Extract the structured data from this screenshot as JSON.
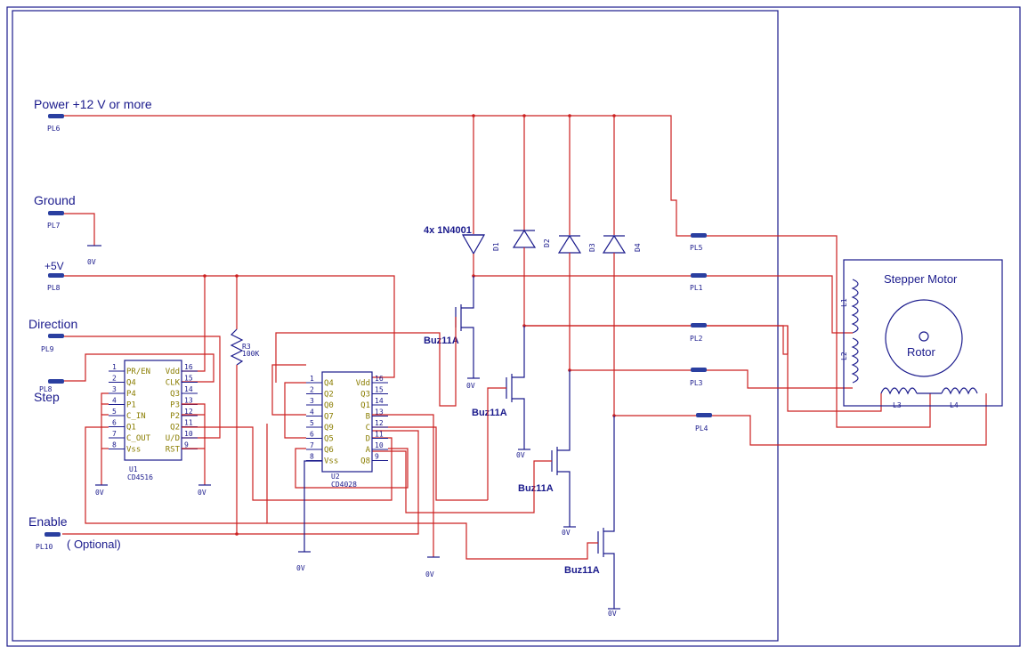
{
  "connectors": {
    "power": {
      "label": "Power +12 V or more",
      "ref": "PL6"
    },
    "ground": {
      "label": "Ground",
      "ref": "PL7"
    },
    "plus5": {
      "label": "+5V",
      "ref": "PL8"
    },
    "direction": {
      "label": "Direction",
      "ref": "PL9"
    },
    "step": {
      "label": "Step",
      "ref": "PL8"
    },
    "enable": {
      "label": "Enable",
      "ref": "PL10",
      "note": "( Optional)"
    },
    "pl5": "PL5",
    "pl1": "PL1",
    "pl2": "PL2",
    "pl3": "PL3",
    "pl4": "PL4"
  },
  "ground_label": "0V",
  "u1": {
    "ref": "U1",
    "part": "CD4516",
    "left_pins": [
      {
        "num": "1",
        "name": "PR/EN"
      },
      {
        "num": "2",
        "name": "Q4"
      },
      {
        "num": "3",
        "name": "P4"
      },
      {
        "num": "4",
        "name": "P1"
      },
      {
        "num": "5",
        "name": "C_IN"
      },
      {
        "num": "6",
        "name": "Q1"
      },
      {
        "num": "7",
        "name": "C_OUT"
      },
      {
        "num": "8",
        "name": "Vss"
      }
    ],
    "right_pins": [
      {
        "num": "16",
        "name": "Vdd"
      },
      {
        "num": "15",
        "name": "CLK"
      },
      {
        "num": "14",
        "name": "Q3"
      },
      {
        "num": "13",
        "name": "P3"
      },
      {
        "num": "12",
        "name": "P2"
      },
      {
        "num": "11",
        "name": "Q2"
      },
      {
        "num": "10",
        "name": "U/D"
      },
      {
        "num": "9",
        "name": "RST"
      }
    ]
  },
  "u2": {
    "ref": "U2",
    "part": "CD4028",
    "left_pins": [
      {
        "num": "1",
        "name": "Q4"
      },
      {
        "num": "2",
        "name": "Q2"
      },
      {
        "num": "3",
        "name": "Q0"
      },
      {
        "num": "4",
        "name": "Q7"
      },
      {
        "num": "5",
        "name": "Q9"
      },
      {
        "num": "6",
        "name": "Q5"
      },
      {
        "num": "7",
        "name": "Q6"
      },
      {
        "num": "8",
        "name": "Vss"
      }
    ],
    "right_pins": [
      {
        "num": "16",
        "name": "Vdd"
      },
      {
        "num": "15",
        "name": "Q3"
      },
      {
        "num": "14",
        "name": "Q1"
      },
      {
        "num": "13",
        "name": "B"
      },
      {
        "num": "12",
        "name": "C"
      },
      {
        "num": "11",
        "name": "D"
      },
      {
        "num": "10",
        "name": "A"
      },
      {
        "num": "9",
        "name": "Q8"
      }
    ]
  },
  "r3": {
    "ref": "R3",
    "value": "100K"
  },
  "diodes": {
    "note": "4x 1N4001",
    "refs": [
      "D1",
      "D2",
      "D3",
      "D4"
    ]
  },
  "mosfet_label": "Buz11A",
  "motor": {
    "title": "Stepper Motor",
    "rotor": "Rotor",
    "coils": [
      "L1",
      "L2",
      "L3",
      "L4"
    ]
  },
  "colors": {
    "wire": "#cc2020",
    "component": "#1a1a8c",
    "pin_name": "#8a7d00",
    "connector": "#2a3fa0"
  }
}
